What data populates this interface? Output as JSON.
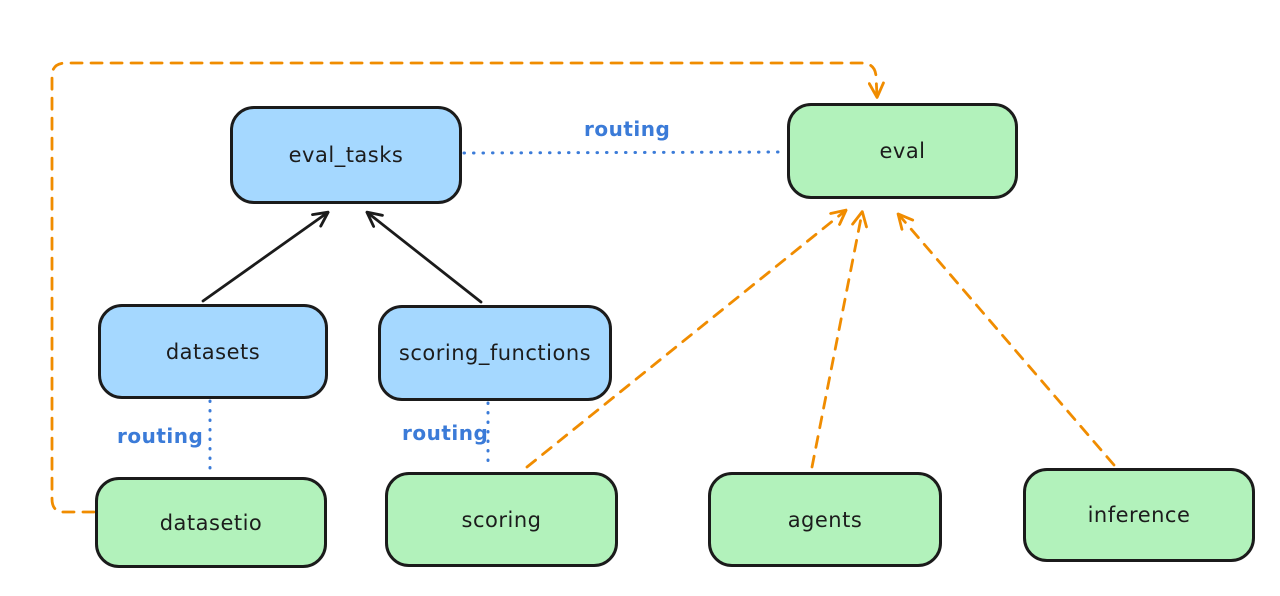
{
  "nodes": [
    {
      "id": "eval_tasks",
      "label": "eval_tasks",
      "fill": "blue"
    },
    {
      "id": "eval",
      "label": "eval",
      "fill": "green"
    },
    {
      "id": "datasets",
      "label": "datasets",
      "fill": "blue"
    },
    {
      "id": "scoring_functions",
      "label": "scoring_functions",
      "fill": "blue"
    },
    {
      "id": "datasetio",
      "label": "datasetio",
      "fill": "green"
    },
    {
      "id": "scoring",
      "label": "scoring",
      "fill": "green"
    },
    {
      "id": "agents",
      "label": "agents",
      "fill": "green"
    },
    {
      "id": "inference",
      "label": "inference",
      "fill": "green"
    }
  ],
  "edge_labels": [
    {
      "id": "routing-top",
      "text": "routing"
    },
    {
      "id": "routing-left",
      "text": "routing"
    },
    {
      "id": "routing-mid",
      "text": "routing"
    }
  ],
  "edges": [
    {
      "from": "datasets",
      "to": "eval_tasks",
      "style": "solid",
      "color": "black",
      "arrow": true
    },
    {
      "from": "scoring_functions",
      "to": "eval_tasks",
      "style": "solid",
      "color": "black",
      "arrow": true
    },
    {
      "from": "eval_tasks",
      "to": "eval",
      "style": "dotted",
      "color": "blue",
      "arrow": false,
      "label": "routing"
    },
    {
      "from": "datasets",
      "to": "datasetio",
      "style": "dotted",
      "color": "blue",
      "arrow": false,
      "label": "routing"
    },
    {
      "from": "scoring_functions",
      "to": "scoring",
      "style": "dotted",
      "color": "blue",
      "arrow": false,
      "label": "routing"
    },
    {
      "from": "datasetio",
      "to": "eval",
      "style": "dashed",
      "color": "orange",
      "arrow": true
    },
    {
      "from": "scoring",
      "to": "eval",
      "style": "dashed",
      "color": "orange",
      "arrow": true
    },
    {
      "from": "agents",
      "to": "eval",
      "style": "dashed",
      "color": "orange",
      "arrow": true
    },
    {
      "from": "inference",
      "to": "eval",
      "style": "dashed",
      "color": "orange",
      "arrow": true
    }
  ],
  "colors": {
    "blue_node_fill": "#a5d8ff",
    "green_node_fill": "#b2f2bb",
    "node_stroke": "#1b1b1b",
    "orange_edge": "#f08c00",
    "blue_edge": "#3b7bd8",
    "black_edge": "#1b1b1b",
    "background": "#ffffff"
  }
}
